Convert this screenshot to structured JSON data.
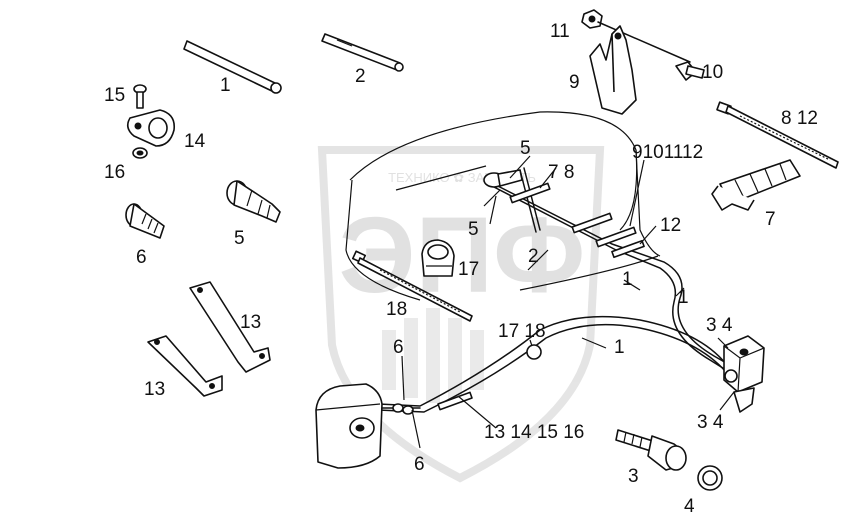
{
  "watermark": {
    "company": "ТЕХНИКО ✿ ЗАПЧАСТЬ",
    "logo": "ЭПФ"
  },
  "callouts": {
    "hose_top": "1",
    "pipe_top": "2",
    "bolt_15": "15",
    "clamp_14": "14",
    "washer_16": "16",
    "fitting_6_left": "6",
    "fitting_5_left": "5",
    "clip_17": "17",
    "tie_18": "18",
    "bracket_13_right": "13",
    "bracket_13_left": "13",
    "nut_11": "11",
    "glove_9": "9",
    "bolt_10": "10",
    "tie_8_12": "8 12",
    "strip_7": "7",
    "asm_5_a": "5",
    "asm_7_8": "7 8",
    "asm_9_10_11_12": "9101112",
    "asm_5_b": "5",
    "asm_2": "2",
    "asm_12": "12",
    "asm_1_a": "1",
    "asm_1_b": "1",
    "asm_1_c": "1",
    "asm_17_18": "17 18",
    "asm_6_top": "6",
    "asm_6_bottom": "6",
    "asm_13_16": "13 14 15 16",
    "valve_34_top": "3 4",
    "valve_34_bottom": "3 4",
    "connector_3": "3",
    "ring_4": "4"
  }
}
